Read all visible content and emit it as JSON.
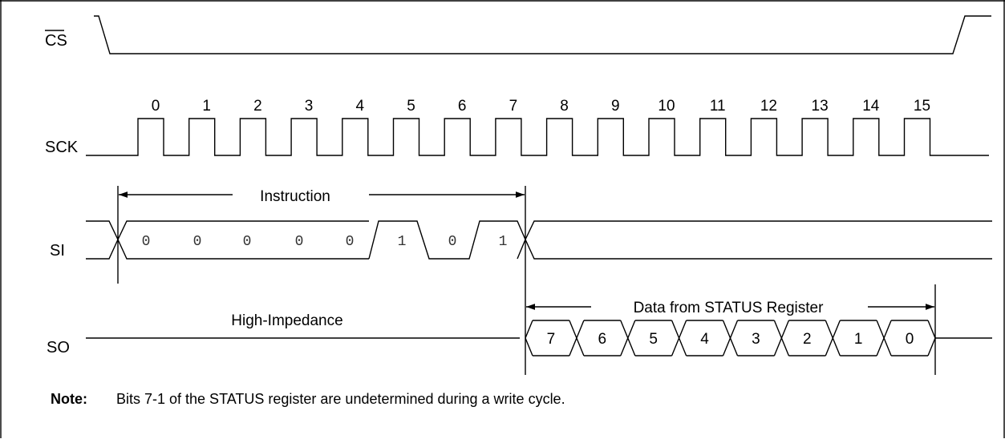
{
  "signals": {
    "cs": "CS",
    "sck": "SCK",
    "si": "SI",
    "so": "SO"
  },
  "clock_numbers": [
    "0",
    "1",
    "2",
    "3",
    "4",
    "5",
    "6",
    "7",
    "8",
    "9",
    "10",
    "11",
    "12",
    "13",
    "14",
    "15"
  ],
  "si_bits": [
    "0",
    "0",
    "0",
    "0",
    "0",
    "1",
    "0",
    "1"
  ],
  "so_bits": [
    "7",
    "6",
    "5",
    "4",
    "3",
    "2",
    "1",
    "0"
  ],
  "labels": {
    "instruction": "Instruction",
    "high_impedance": "High-Impedance",
    "data_from_status": "Data from STATUS Register"
  },
  "note": {
    "label": "Note:",
    "text": "Bits 7-1 of the STATUS register are undetermined during a write cycle."
  }
}
